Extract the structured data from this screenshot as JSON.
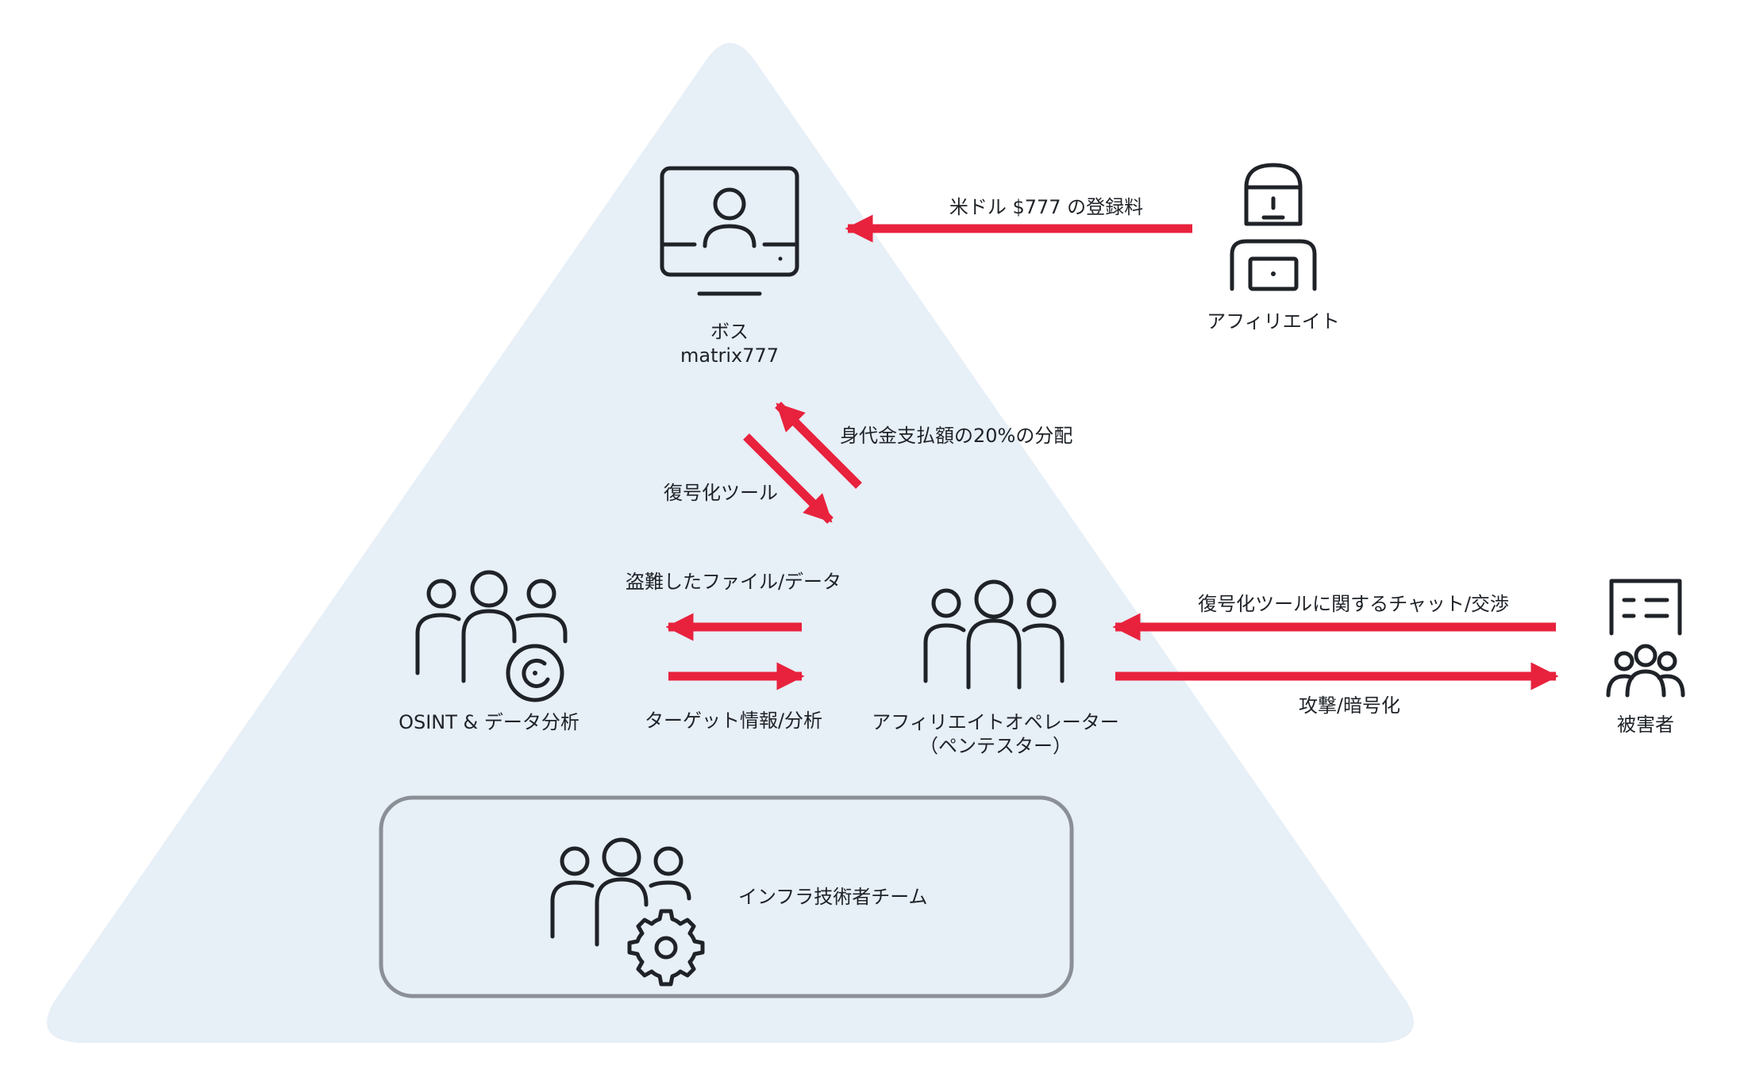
{
  "colors": {
    "pyramid": "#e7eff7",
    "arrow": "#e8223d",
    "icon": "#1f2328",
    "infra_box": "#8b9096"
  },
  "nodes": {
    "boss": {
      "line1": "ボス",
      "line2": "matrix777",
      "icon": "monitor-user-icon"
    },
    "affiliate": {
      "label": "アフィリエイト",
      "icon": "hooded-user-laptop-icon"
    },
    "osint": {
      "label": "OSINT & データ分析",
      "icon": "group-analytics-icon"
    },
    "operator": {
      "line1": "アフィリエイトオペレーター",
      "line2": "（ペンテスター）",
      "icon": "group-icon"
    },
    "victim": {
      "label": "被害者",
      "icon": "building-group-icon"
    },
    "infra": {
      "label": "インフラ技術者チーム",
      "icon": "group-gear-icon"
    }
  },
  "edges": {
    "registration_fee": "米ドル $777 の登録料",
    "ransom_share": "身代金支払額の20%の分配",
    "decrypt_tool": "復号化ツール",
    "stolen_files": "盗難したファイル/データ",
    "target_info": "ターゲット情報/分析",
    "chat_negotiation": "復号化ツールに関するチャット/交渉",
    "attack_encrypt": "攻撃/暗号化"
  }
}
